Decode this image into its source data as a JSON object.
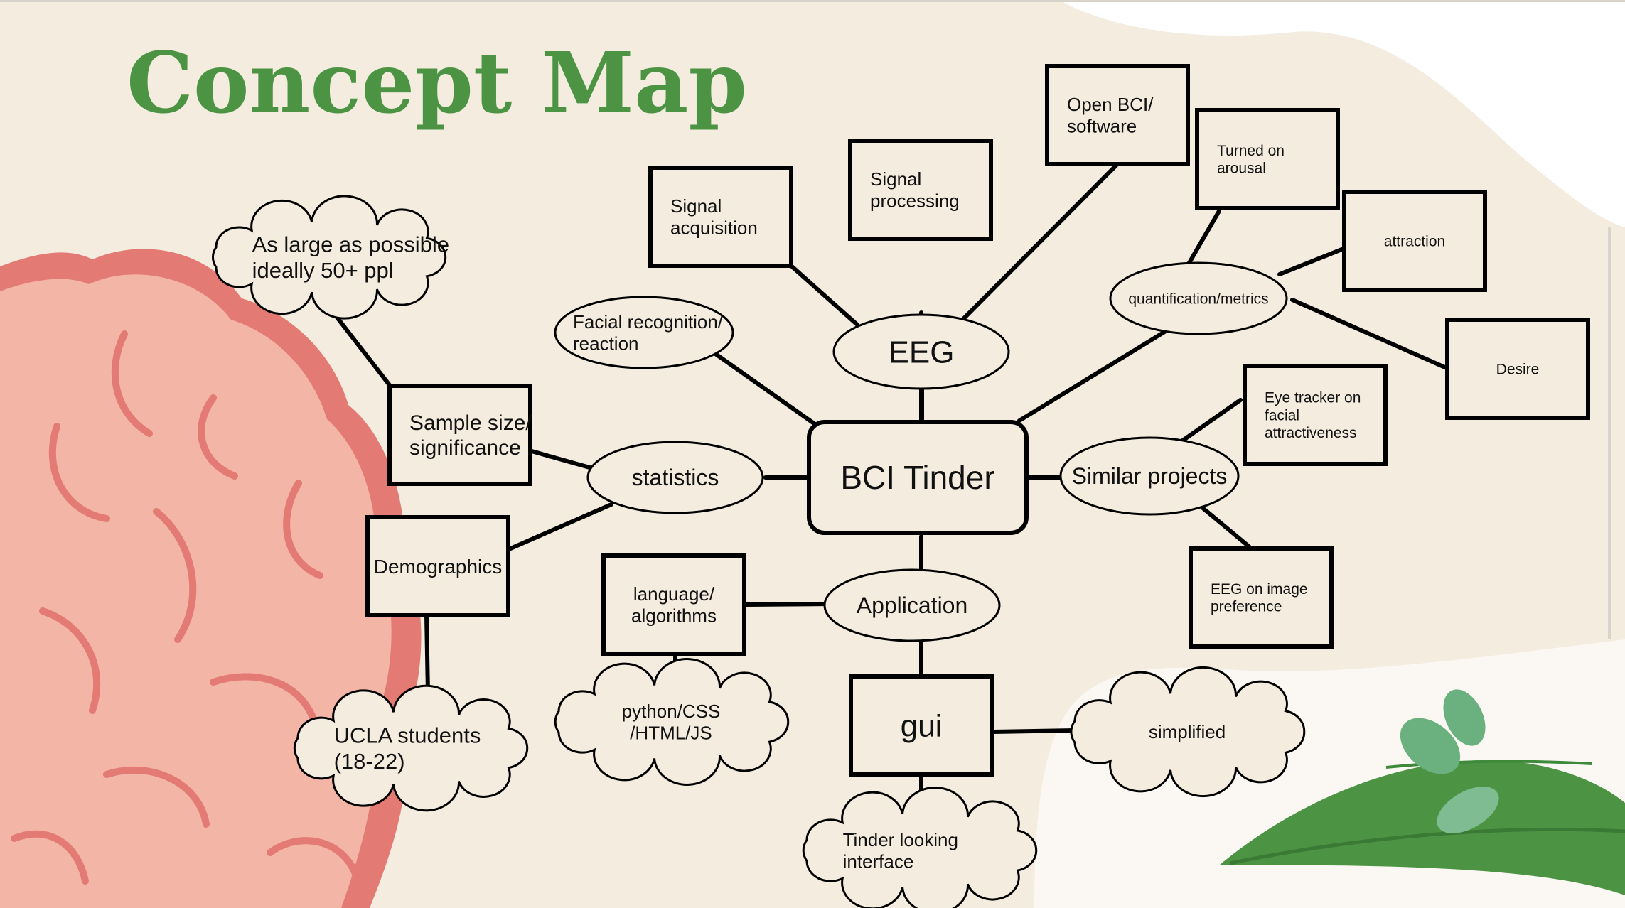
{
  "slide": {
    "title": "Concept Map",
    "colors": {
      "background": "#f3ecdf",
      "title": "#4c9444",
      "brain": "#f2b5a6",
      "brain_dark": "#e37a74",
      "leaf": "#4c9444",
      "leaf_light": "#6bb07f"
    }
  },
  "nodes": {
    "bci_tinder": [
      "BCI Tinder"
    ],
    "eeg": [
      "EEG"
    ],
    "signal_acquisition": [
      "Signal",
      "acquisition"
    ],
    "signal_processing": [
      "Signal",
      "processing"
    ],
    "open_bci": [
      "Open BCI/",
      "software"
    ],
    "turned_on": [
      "Turned on",
      "arousal"
    ],
    "attraction": [
      "attraction"
    ],
    "quantification": [
      "quantification/metrics"
    ],
    "desire": [
      "Desire"
    ],
    "eye_tracker": [
      "Eye tracker on",
      "facial",
      "attractiveness"
    ],
    "similar_projects": [
      "Similar projects"
    ],
    "eeg_image": [
      "EEG on image",
      "preference"
    ],
    "facial_recognition": [
      "Facial recognition/",
      "reaction"
    ],
    "statistics": [
      "statistics"
    ],
    "sample_size": [
      "Sample size/",
      "significance"
    ],
    "as_large": [
      "As large as possible",
      "ideally 50+ ppl"
    ],
    "demographics": [
      "Demographics"
    ],
    "ucla": [
      "UCLA students",
      "(18-22)"
    ],
    "application": [
      "Application"
    ],
    "language": [
      "language/",
      "algorithms"
    ],
    "python": [
      "python/CSS",
      "/HTML/JS"
    ],
    "gui": [
      "gui"
    ],
    "simplified": [
      "simplified"
    ],
    "tinder_interface": [
      "Tinder looking",
      "interface"
    ]
  }
}
